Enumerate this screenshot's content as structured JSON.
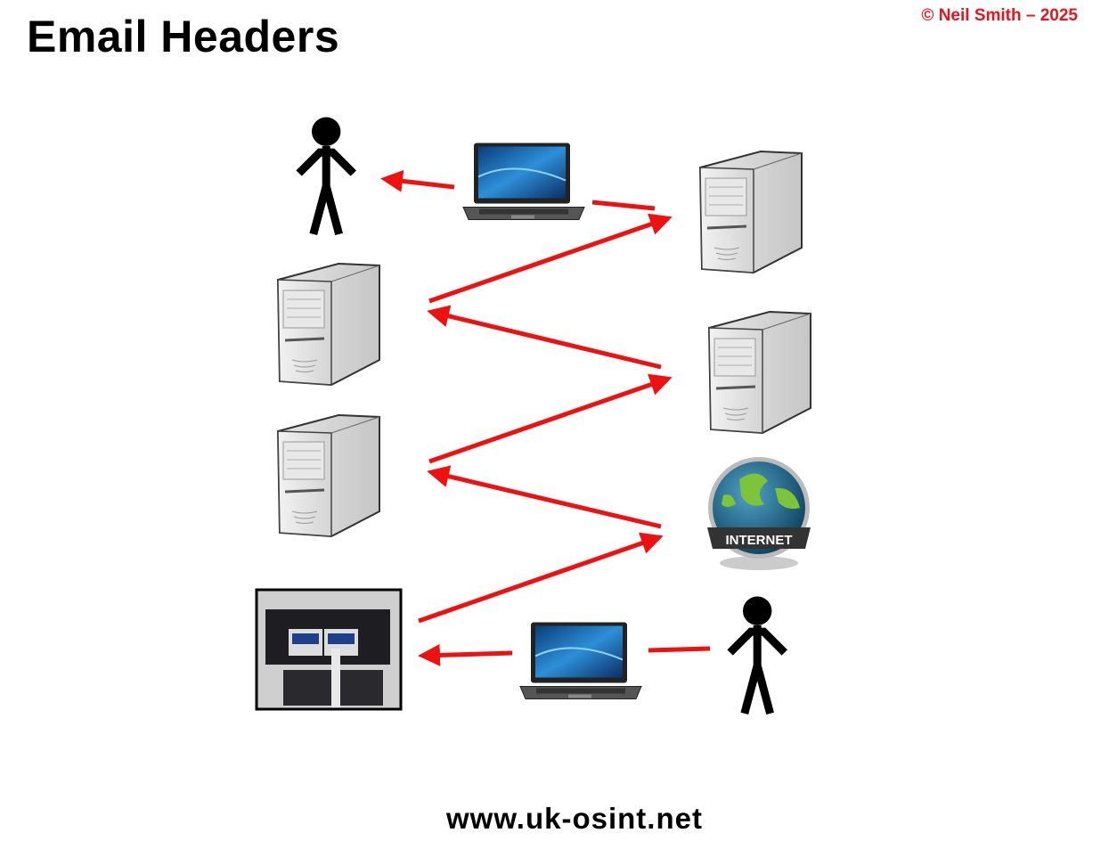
{
  "slide": {
    "title": "Email Headers",
    "copyright": "© Neil  Smith – 2025",
    "footer": "www.uk-osint.net"
  },
  "diagram": {
    "nodes": [
      {
        "id": "sender-person",
        "icon": "person-icon"
      },
      {
        "id": "sender-laptop",
        "icon": "laptop-icon"
      },
      {
        "id": "server-right-1",
        "icon": "server-icon"
      },
      {
        "id": "server-left-1",
        "icon": "server-icon"
      },
      {
        "id": "server-right-2",
        "icon": "server-icon"
      },
      {
        "id": "server-left-2",
        "icon": "server-icon"
      },
      {
        "id": "internet",
        "icon": "globe-icon",
        "label": "INTERNET"
      },
      {
        "id": "network-socket",
        "icon": "network-socket-photo"
      },
      {
        "id": "recipient-laptop",
        "icon": "laptop-icon"
      },
      {
        "id": "recipient-person",
        "icon": "person-icon"
      }
    ],
    "arrow_color": "#ee1111"
  }
}
